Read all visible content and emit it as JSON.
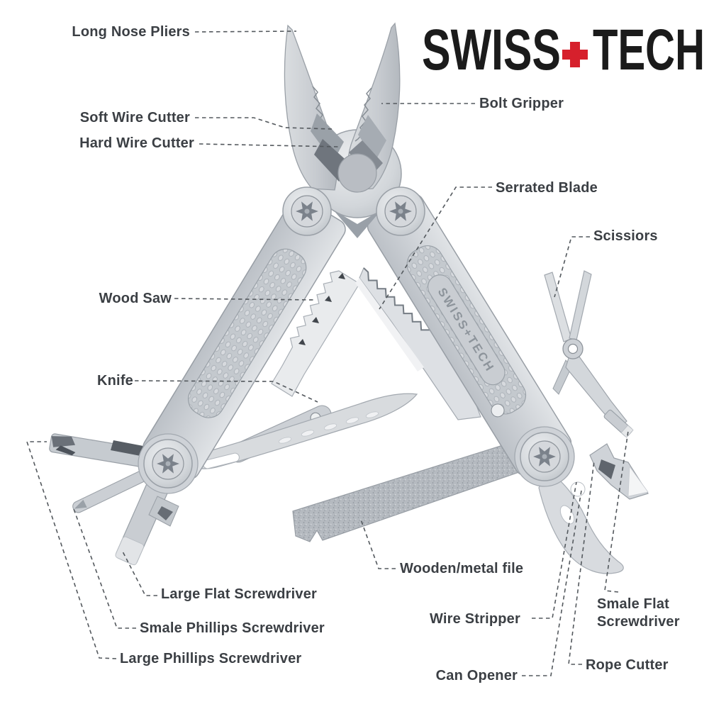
{
  "brand": {
    "word1": "SWISS",
    "plus": "+",
    "word2": "TECH",
    "embossed": "SWISS+TECH"
  },
  "callouts": {
    "long_nose_pliers": "Long Nose Pliers",
    "soft_wire_cutter": "Soft Wire Cutter",
    "hard_wire_cutter": "Hard Wire Cutter",
    "bolt_gripper": "Bolt Gripper",
    "serrated_blade": "Serrated Blade",
    "scissiors": "Scissiors",
    "wood_saw": "Wood Saw",
    "knife": "Knife",
    "large_flat_screwdriver": "Large Flat Screwdriver",
    "smale_phillips_screwdriver": "Smale Phillips Screwdriver",
    "large_phillips_screwdriver": "Large Phillips Screwdriver",
    "wooden_metal_file": "Wooden/metal file",
    "wire_stripper": "Wire Stripper",
    "smale_flat_line1": "Smale Flat",
    "smale_flat_line2": "Screwdriver",
    "rope_cutter": "Rope Cutter",
    "can_opener": "Can Opener"
  },
  "colors": {
    "label_text": "#3b3f44",
    "leader_line": "#54595e",
    "logo_black": "#1b1b1b",
    "logo_red": "#d6202c",
    "steel_light": "#e6e8ea",
    "steel_mid": "#c9cdd2",
    "steel_dark": "#8f959c",
    "background": "#ffffff"
  }
}
